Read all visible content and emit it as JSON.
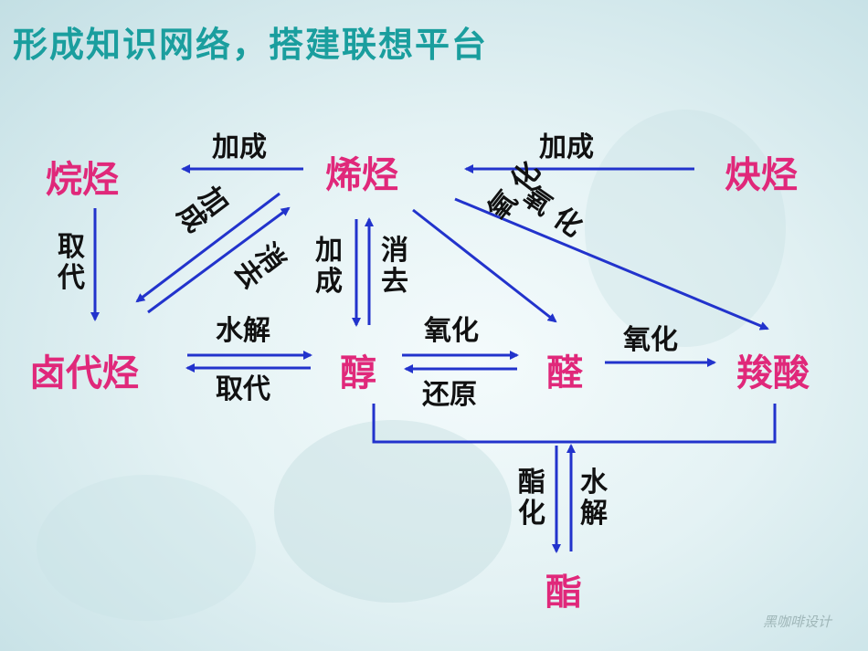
{
  "title": "形成知识网络，搭建联想平台",
  "nodes": {
    "alkane": "烷烃",
    "alkene": "烯烃",
    "alkyne": "炔烃",
    "haloalkane": "卤代烃",
    "alcohol": "醇",
    "aldehyde": "醛",
    "carboxylic_acid": "羧酸",
    "ester": "酯"
  },
  "labels": {
    "alkene_to_alkane": "加成",
    "alkyne_to_alkene": "加成",
    "alkane_to_halo_1": "取",
    "alkane_to_halo_2": "代",
    "alkene_to_halo_1": "加",
    "alkene_to_halo_2": "成",
    "halo_to_alkene_1": "消",
    "halo_to_alkene_2": "去",
    "alkene_to_alcohol_1": "加",
    "alkene_to_alcohol_2": "成",
    "alcohol_to_alkene_1": "消",
    "alcohol_to_alkene_2": "去",
    "alkene_to_aldehyde_1": "氧",
    "alkene_to_aldehyde_2": "化",
    "alkene_to_acid_1": "氧",
    "alkene_to_acid_2": "化",
    "halo_to_alcohol": "水解",
    "alcohol_to_halo": "取代",
    "alcohol_to_aldehyde": "氧化",
    "aldehyde_to_alcohol": "还原",
    "aldehyde_to_acid": "氧化",
    "to_ester_1": "酯",
    "to_ester_2": "化",
    "ester_hydrolysis_1": "水",
    "ester_hydrolysis_2": "解"
  },
  "watermark": "黑咖啡设计",
  "colors": {
    "title": "#1a9e9e",
    "node": "#e0287a",
    "arrow": "#2233cc",
    "label": "#111111"
  }
}
